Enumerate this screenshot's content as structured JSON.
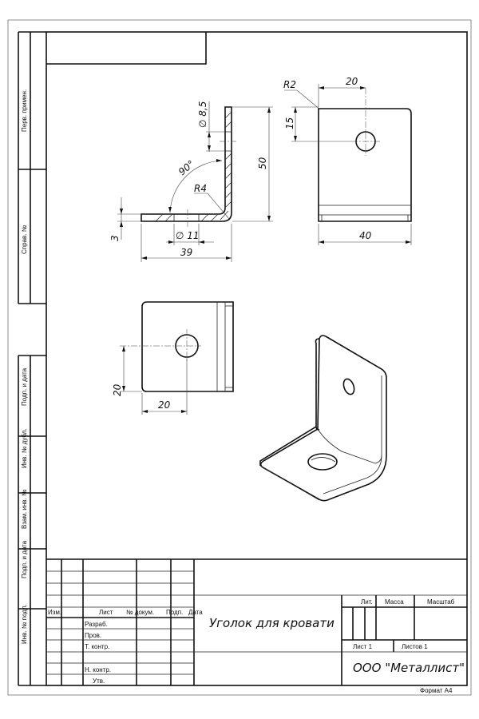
{
  "side_strip": {
    "perv_primen": "Перв. примен.",
    "sprav_no": "Справ. №",
    "podp_data_1": "Подп. и дата",
    "inv_dubl": "Инв. № дубл.",
    "vzam_inv": "Взам. инв. №",
    "podp_data_2": "Подп. и дата",
    "inv_podl": "Инв. № подл."
  },
  "dimensions": {
    "d_small_hole": "∅ 8,5",
    "angle": "90°",
    "bend_radius": "R4",
    "height": "50",
    "thickness": "3",
    "d_large_hole": "∅ 11",
    "flange_length": "39",
    "corner_radius": "R2",
    "hole_x_top": "20",
    "hole_y_top": "15",
    "width": "40",
    "hole_y_bottom": "20",
    "hole_x_bottom": "20"
  },
  "title_block": {
    "izm": "Изм.",
    "list": "Лист",
    "no_dokum": "№ докум.",
    "podp": "Подп.",
    "data": "Дата",
    "razrab": "Разраб.",
    "prov": "Пров.",
    "t_kontr": "Т. контр.",
    "n_kontr": "Н. контр.",
    "utv": "Утв.",
    "title": "Уголок для кровати",
    "lit": "Лит.",
    "massa": "Масса",
    "masshtab": "Масштаб",
    "sheet": "Лист 1",
    "sheets": "Листов 1",
    "organization": "ООО \"Металлист\"",
    "format": "Формат А4"
  }
}
